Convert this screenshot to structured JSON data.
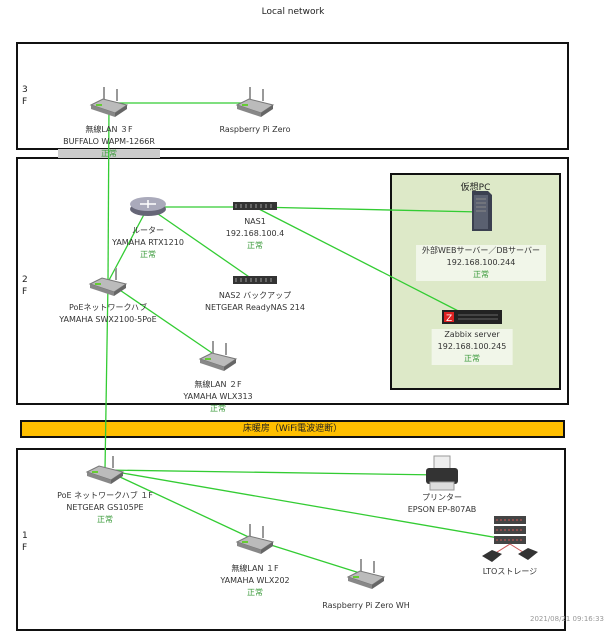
{
  "map_title": "Local network",
  "floors": {
    "f3": "3\nF",
    "f2": "2\nF",
    "f1": "1\nF"
  },
  "virtual_group": "仮想PC",
  "banner": "床暖房（WiFi電波遮断）",
  "timestamp": "2021/08/21 09:16:33",
  "status_color": "#3a9a3a",
  "link_color": "#33cc33",
  "nodes": {
    "ap3f": {
      "name": "無線LAN ３F",
      "model": "BUFFALO WAPM-1266R",
      "status": "正常",
      "icon": "wireless-ap-icon"
    },
    "rpi0": {
      "name": "Raspberry Pi Zero",
      "icon": "wireless-ap-icon"
    },
    "router": {
      "name": "ルーター",
      "model": "YAMAHA RTX1210",
      "status": "正常",
      "icon": "router-icon"
    },
    "nas1": {
      "name": "NAS1",
      "model": "192.168.100.4",
      "status": "正常",
      "icon": "rack-server-icon"
    },
    "nas2": {
      "name": "NAS2 バックアップ",
      "model": "NETGEAR ReadyNAS 214",
      "icon": "rack-server-icon"
    },
    "hub2f": {
      "name": "PoEネットワークハブ",
      "model": "YAMAHA SWX2100-5PoE",
      "icon": "switch-icon"
    },
    "ap2f": {
      "name": "無線LAN ２F",
      "model": "YAMAHA WLX313",
      "status": "正常",
      "icon": "wireless-ap-icon"
    },
    "web": {
      "name": "外部WEBサーバー／DBサーバー",
      "model": "192.168.100.244",
      "status": "正常",
      "icon": "tower-server-icon"
    },
    "zabbix": {
      "name": "Zabbix server",
      "model": "192.168.100.245",
      "status": "正常",
      "icon": "zabbix-server-icon"
    },
    "hub1f": {
      "name": "PoE ネットワークハブ １F",
      "model": "NETGEAR GS105PE",
      "status": "正常",
      "icon": "switch-icon"
    },
    "printer": {
      "name": "プリンター",
      "model": "EPSON EP-807AB",
      "icon": "printer-icon"
    },
    "lto": {
      "name": "LTOストレージ",
      "icon": "storage-icon"
    },
    "ap1f": {
      "name": "無線LAN １F",
      "model": "YAMAHA WLX202",
      "status": "正常",
      "icon": "wireless-ap-icon"
    },
    "rpiwh": {
      "name": "Raspberry Pi Zero WH",
      "icon": "wireless-ap-icon"
    }
  }
}
